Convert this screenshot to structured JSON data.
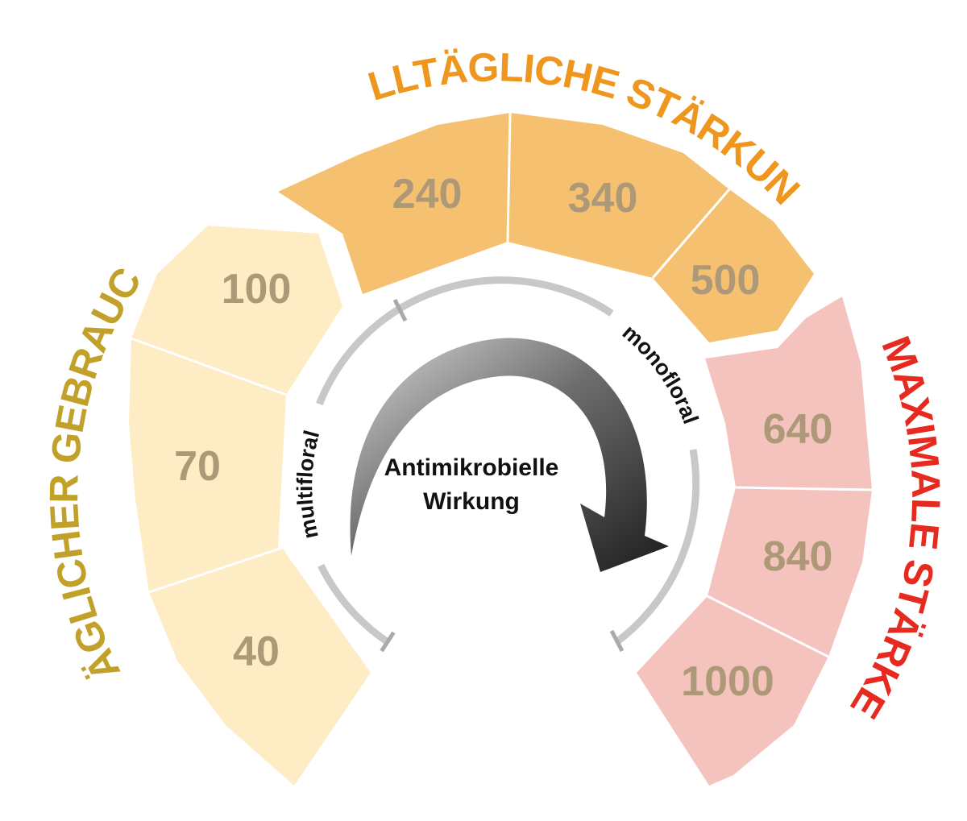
{
  "categories": [
    {
      "label": "TÄGLICHER GEBRAUCH",
      "color": "#c2a12a",
      "fill": "#fdecc4",
      "values": [
        "40",
        "70",
        "100"
      ]
    },
    {
      "label": "ALLTÄGLICHE STÄRKUNG",
      "color": "#ee961e",
      "fill": "#f6c071",
      "values": [
        "240",
        "340",
        "500"
      ]
    },
    {
      "label": "MAXIMALE STÄRKE",
      "color": "#e62a1f",
      "fill": "#f5c3bd",
      "values": [
        "640",
        "840",
        "1000"
      ]
    }
  ],
  "gauge": {
    "left_label": "multifloral",
    "right_label": "monofloral",
    "center_line1": "Antimikrobielle",
    "center_line2": "Wirkung"
  }
}
